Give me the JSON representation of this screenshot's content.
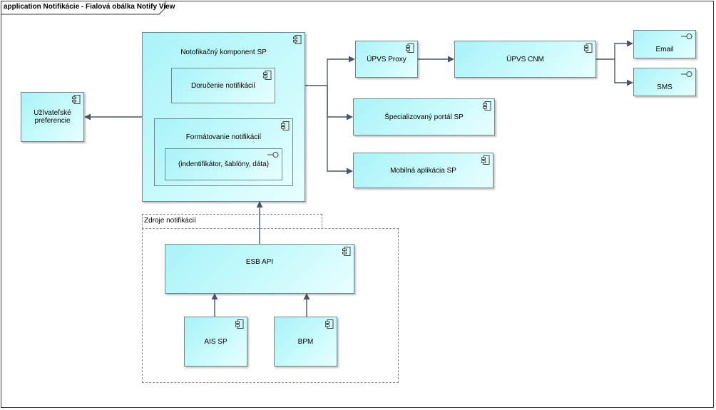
{
  "diagram": {
    "title": "application Notifikácie - Fialová obálka Notify View",
    "colors": {
      "node_fill": "#c9fafc",
      "node_border": "#6e8a8c",
      "edge": "#4a5468",
      "group_border": "#8a8a8a"
    }
  },
  "nodes": {
    "uzivatelske_preferencie": "Užívateľské preferencie",
    "notofikacny_komponent": "Notofikačný komponent SP",
    "dorucenie": "Doručenie notifikácií",
    "formatovanie": "Formátovanie notifikácií",
    "identifikator": "(indentifikátor, šablóny, dáta)",
    "upvs_proxy": "ÚPVS Proxy",
    "upvs_cnm": "ÚPVS CNM",
    "email": "Email",
    "sms": "SMS",
    "specializovany_portal": "Špecializovaný portál SP",
    "mobilna_aplikacia": "Mobilná aplikácia SP",
    "esb_api": "ESB API",
    "ais_sp": "AIS SP",
    "bpm": "BPM"
  },
  "groups": {
    "zdroje": "Zdroje notifikácií"
  },
  "icons": {
    "component": "component-icon",
    "interface": "interface-icon"
  }
}
